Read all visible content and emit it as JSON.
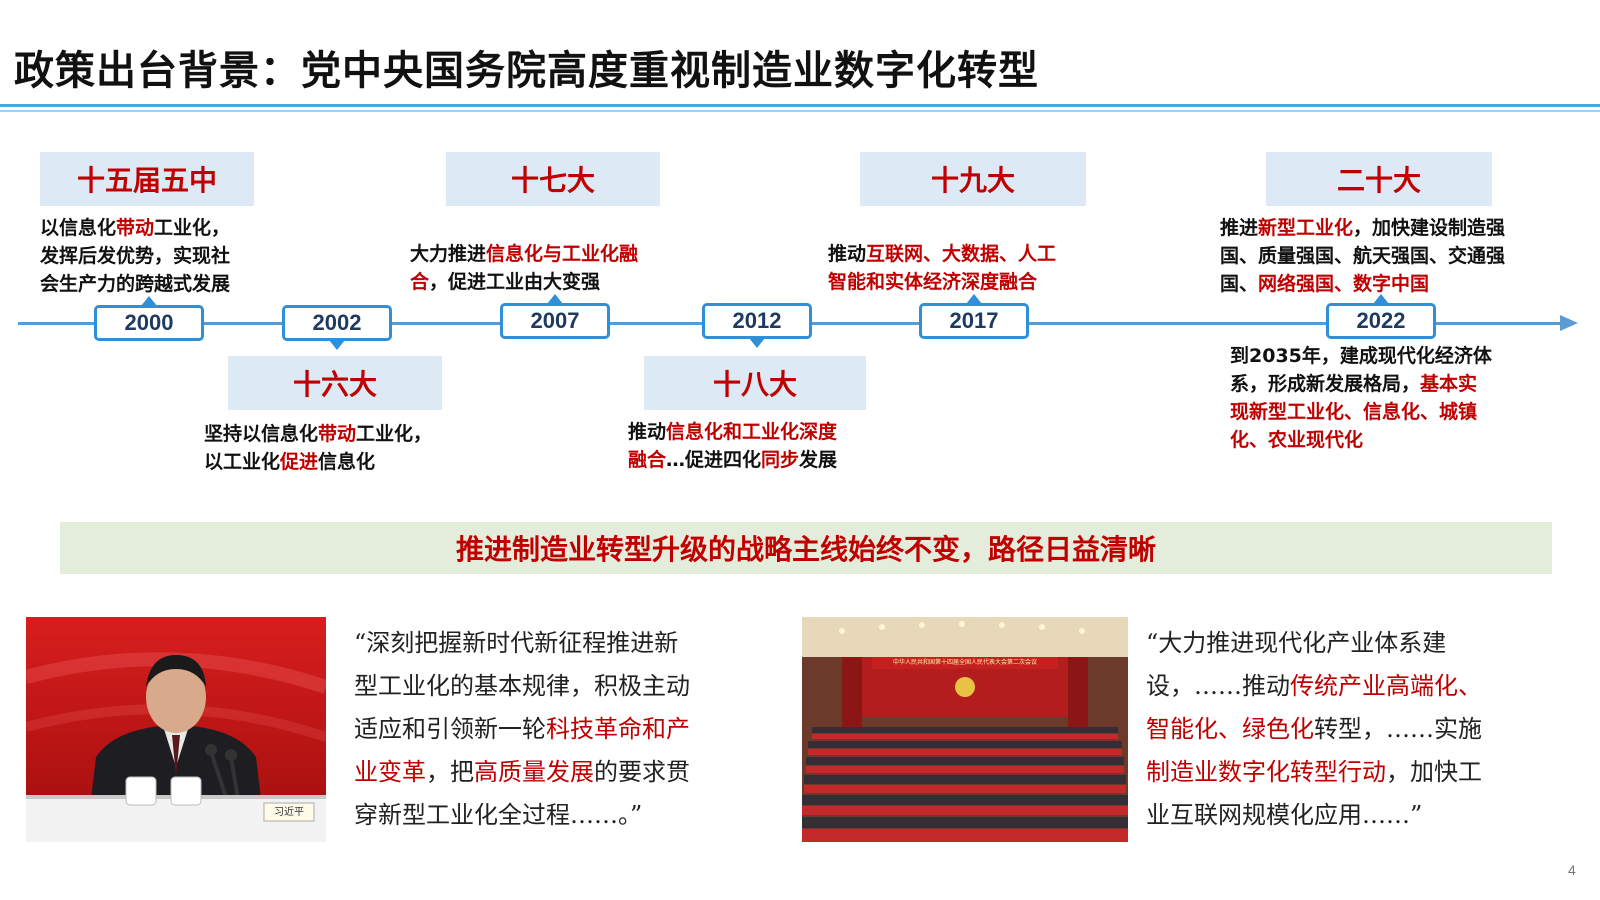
{
  "title": "政策出台背景：党中央国务院高度重视制造业数字化转型",
  "events": {
    "e2000": {
      "label": "十五届五中",
      "year": "2000",
      "desc": [
        [
          "以信息化",
          ""
        ],
        [
          "带动",
          "red"
        ],
        [
          "工业化，\n发挥后发优势，实现社\n会生产力的跨越式发展",
          ""
        ]
      ]
    },
    "e2002": {
      "label": "十六大",
      "year": "2002",
      "desc": [
        [
          "坚持以信息化",
          ""
        ],
        [
          "带动",
          "red"
        ],
        [
          "工业化，\n以工业化",
          ""
        ],
        [
          "促进",
          "red"
        ],
        [
          "信息化",
          ""
        ]
      ]
    },
    "e2007": {
      "label": "十七大",
      "year": "2007",
      "desc": [
        [
          "大力推进",
          ""
        ],
        [
          "信息化与工业化融\n合",
          "red"
        ],
        [
          "，促进工业由大变强",
          ""
        ]
      ]
    },
    "e2012": {
      "label": "十八大",
      "year": "2012",
      "desc": [
        [
          "推动",
          ""
        ],
        [
          "信息化和工业化深度\n融合",
          "red"
        ],
        [
          "…促进四化",
          ""
        ],
        [
          "同步",
          "red"
        ],
        [
          "发展",
          ""
        ]
      ]
    },
    "e2017": {
      "label": "十九大",
      "year": "2017",
      "desc": [
        [
          "推动",
          ""
        ],
        [
          "互联网、大数据、人工\n智能和实体经济深度融合",
          "red"
        ]
      ]
    },
    "e2022": {
      "label": "二十大",
      "year": "2022",
      "desc_top": [
        [
          "推进",
          ""
        ],
        [
          "新型工业化",
          "red"
        ],
        [
          "，加快建设制造强\n国、质量强国、航天强国、交通强\n国、",
          ""
        ],
        [
          "网络强国、数字中国",
          "red"
        ]
      ],
      "desc_bottom": [
        [
          "到2035年，建成现代化经济体\n系，形成新发展格局，",
          ""
        ],
        [
          "基本实\n现新型工业化、信息化、城镇\n化、农业现代化",
          "red"
        ]
      ]
    }
  },
  "banner": "推进制造业转型升级的战略主线始终不变，路径日益清晰",
  "quote_left": [
    [
      "“深刻把握新时代新征程推进新\n型工业化的基本规律，积极主动\n适应和引领新一轮",
      ""
    ],
    [
      "科技革命和产\n业变革",
      "red"
    ],
    [
      "，把",
      ""
    ],
    [
      "高质量发展",
      "red"
    ],
    [
      "的要求贯\n穿新型工业化全过程……。”",
      ""
    ]
  ],
  "quote_right": [
    [
      "“大力推进现代化产业体系建\n设，……推动",
      ""
    ],
    [
      "传统产业高端化、\n智能化、绿色化",
      "red"
    ],
    [
      "转型，……实施\n",
      ""
    ],
    [
      "制造业数字化转型行动",
      "red"
    ],
    [
      "，加快工\n业互联网规模化应用……”",
      ""
    ]
  ],
  "photo_left": {
    "nameplate": "习近平"
  },
  "photo_right": {
    "banner_text": "中华人民共和国第十四届全国人民代表大会第二次会议"
  },
  "page_number": "4",
  "colors": {
    "accent_red": "#c00000",
    "timeline_blue": "#5b9bd5",
    "event_box": "#dde9f5",
    "banner_bg": "#e4ecdc"
  }
}
